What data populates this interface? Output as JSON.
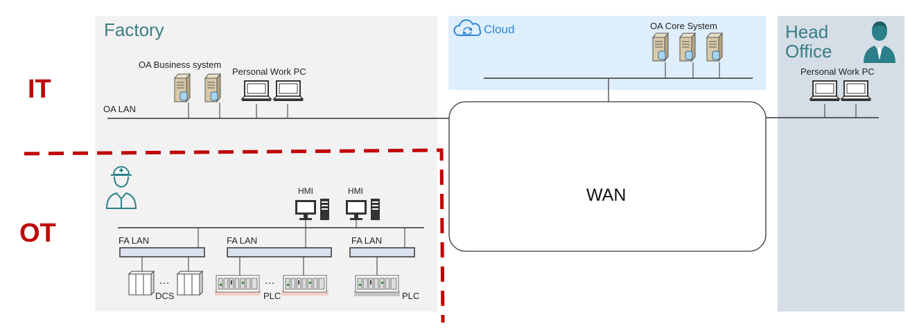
{
  "zones": {
    "factory": "Factory",
    "cloud": "Cloud",
    "head_office": "Head\nOffice",
    "wan": "WAN"
  },
  "layers": {
    "it": "IT",
    "ot": "OT"
  },
  "labels": {
    "oa_business_system": "OA Business system",
    "personal_work_pc_factory": "Personal Work PC",
    "oa_lan": "OA LAN",
    "oa_core_system": "OA Core System",
    "personal_work_pc_head_office": "Personal Work PC",
    "hmi_1": "HMI",
    "hmi_2": "HMI",
    "fa_lan_1": "FA LAN",
    "fa_lan_2": "FA LAN",
    "fa_lan_3": "FA LAN",
    "dcs": "DCS",
    "plc_1": "PLC",
    "plc_2": "PLC",
    "ellipsis_1": "…",
    "ellipsis_2": "…"
  },
  "colors": {
    "zone_title": "#3a7d86",
    "it_ot_text": "#c00000",
    "boundary_line": "#c00000",
    "cloud_text": "#2e86d6",
    "factory_bg": "#f2f2f2",
    "cloud_bg": "#dfeefb",
    "head_office_bg": "#d5dde6",
    "icon_teal": "#2a7f88"
  },
  "icons": {
    "cloud": "cloud-icon",
    "worker": "worker-helmet-icon",
    "office_person": "business-person-icon",
    "server": "server-icon",
    "laptop": "laptop-icon",
    "hmi": "desktop-pc-icon",
    "dcs": "dcs-cabinet-icon",
    "plc": "plc-rack-icon"
  }
}
